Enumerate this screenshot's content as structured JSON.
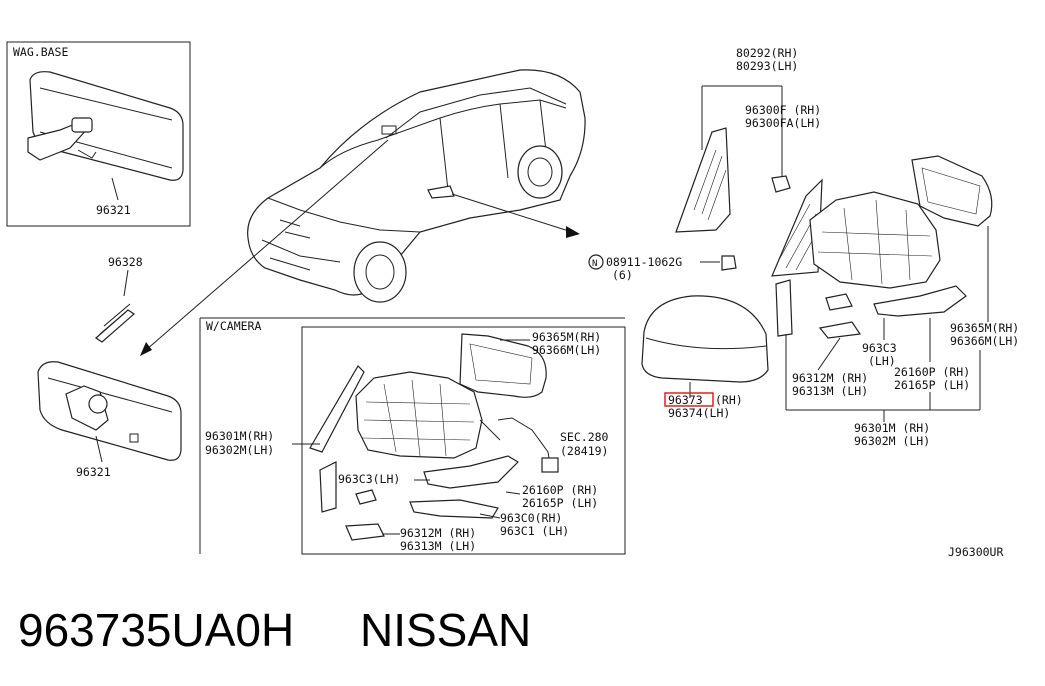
{
  "diagram": {
    "inset_wag_base": {
      "title": "WAG.BASE",
      "part": "96321"
    },
    "inset_camera": {
      "title": "W/CAMERA"
    },
    "labels": {
      "p96328": "96328",
      "p96321_lower": "96321",
      "p80292": "80292(RH)",
      "p80293": "80293(LH)",
      "p96300f": "96300F (RH)",
      "p96300fa": "96300FA(LH)",
      "p08911": "08911-1062G",
      "p08911_qty": "(6)",
      "p96373": "96373",
      "p96373_side": "(RH)",
      "p96374": "96374(LH)",
      "p96365m_r": "96365M(RH)",
      "p96366m_r": "96366M(LH)",
      "p963c3_r": "963C3",
      "p963c3_r_side": "(LH)",
      "p96312m_r": "96312M (RH)",
      "p96313m_r": "96313M (LH)",
      "p26160p_r": "26160P (RH)",
      "p26165p_r": "26165P (LH)",
      "p96301m_r": "96301M (RH)",
      "p96302m_r": "96302M (LH)",
      "c96365m": "96365M(RH)",
      "c96366m": "96366M(LH)",
      "c96301m": "96301M(RH)",
      "c96302m": "96302M(LH)",
      "c_sec280": "SEC.280",
      "c_28419": "(28419)",
      "c963c3": "963C3(LH)",
      "c26160p": "26160P (RH)",
      "c26165p": "26165P (LH)",
      "c963c0": "963C0(RH)",
      "c963c1": "963C1 (LH)",
      "c96312m": "96312M (RH)",
      "c96313m": "96313M (LH)",
      "ref_code": "J96300UR"
    },
    "highlight_color": "#e0201b"
  },
  "footer": {
    "part_number": "963735UA0H",
    "brand": "NISSAN"
  }
}
